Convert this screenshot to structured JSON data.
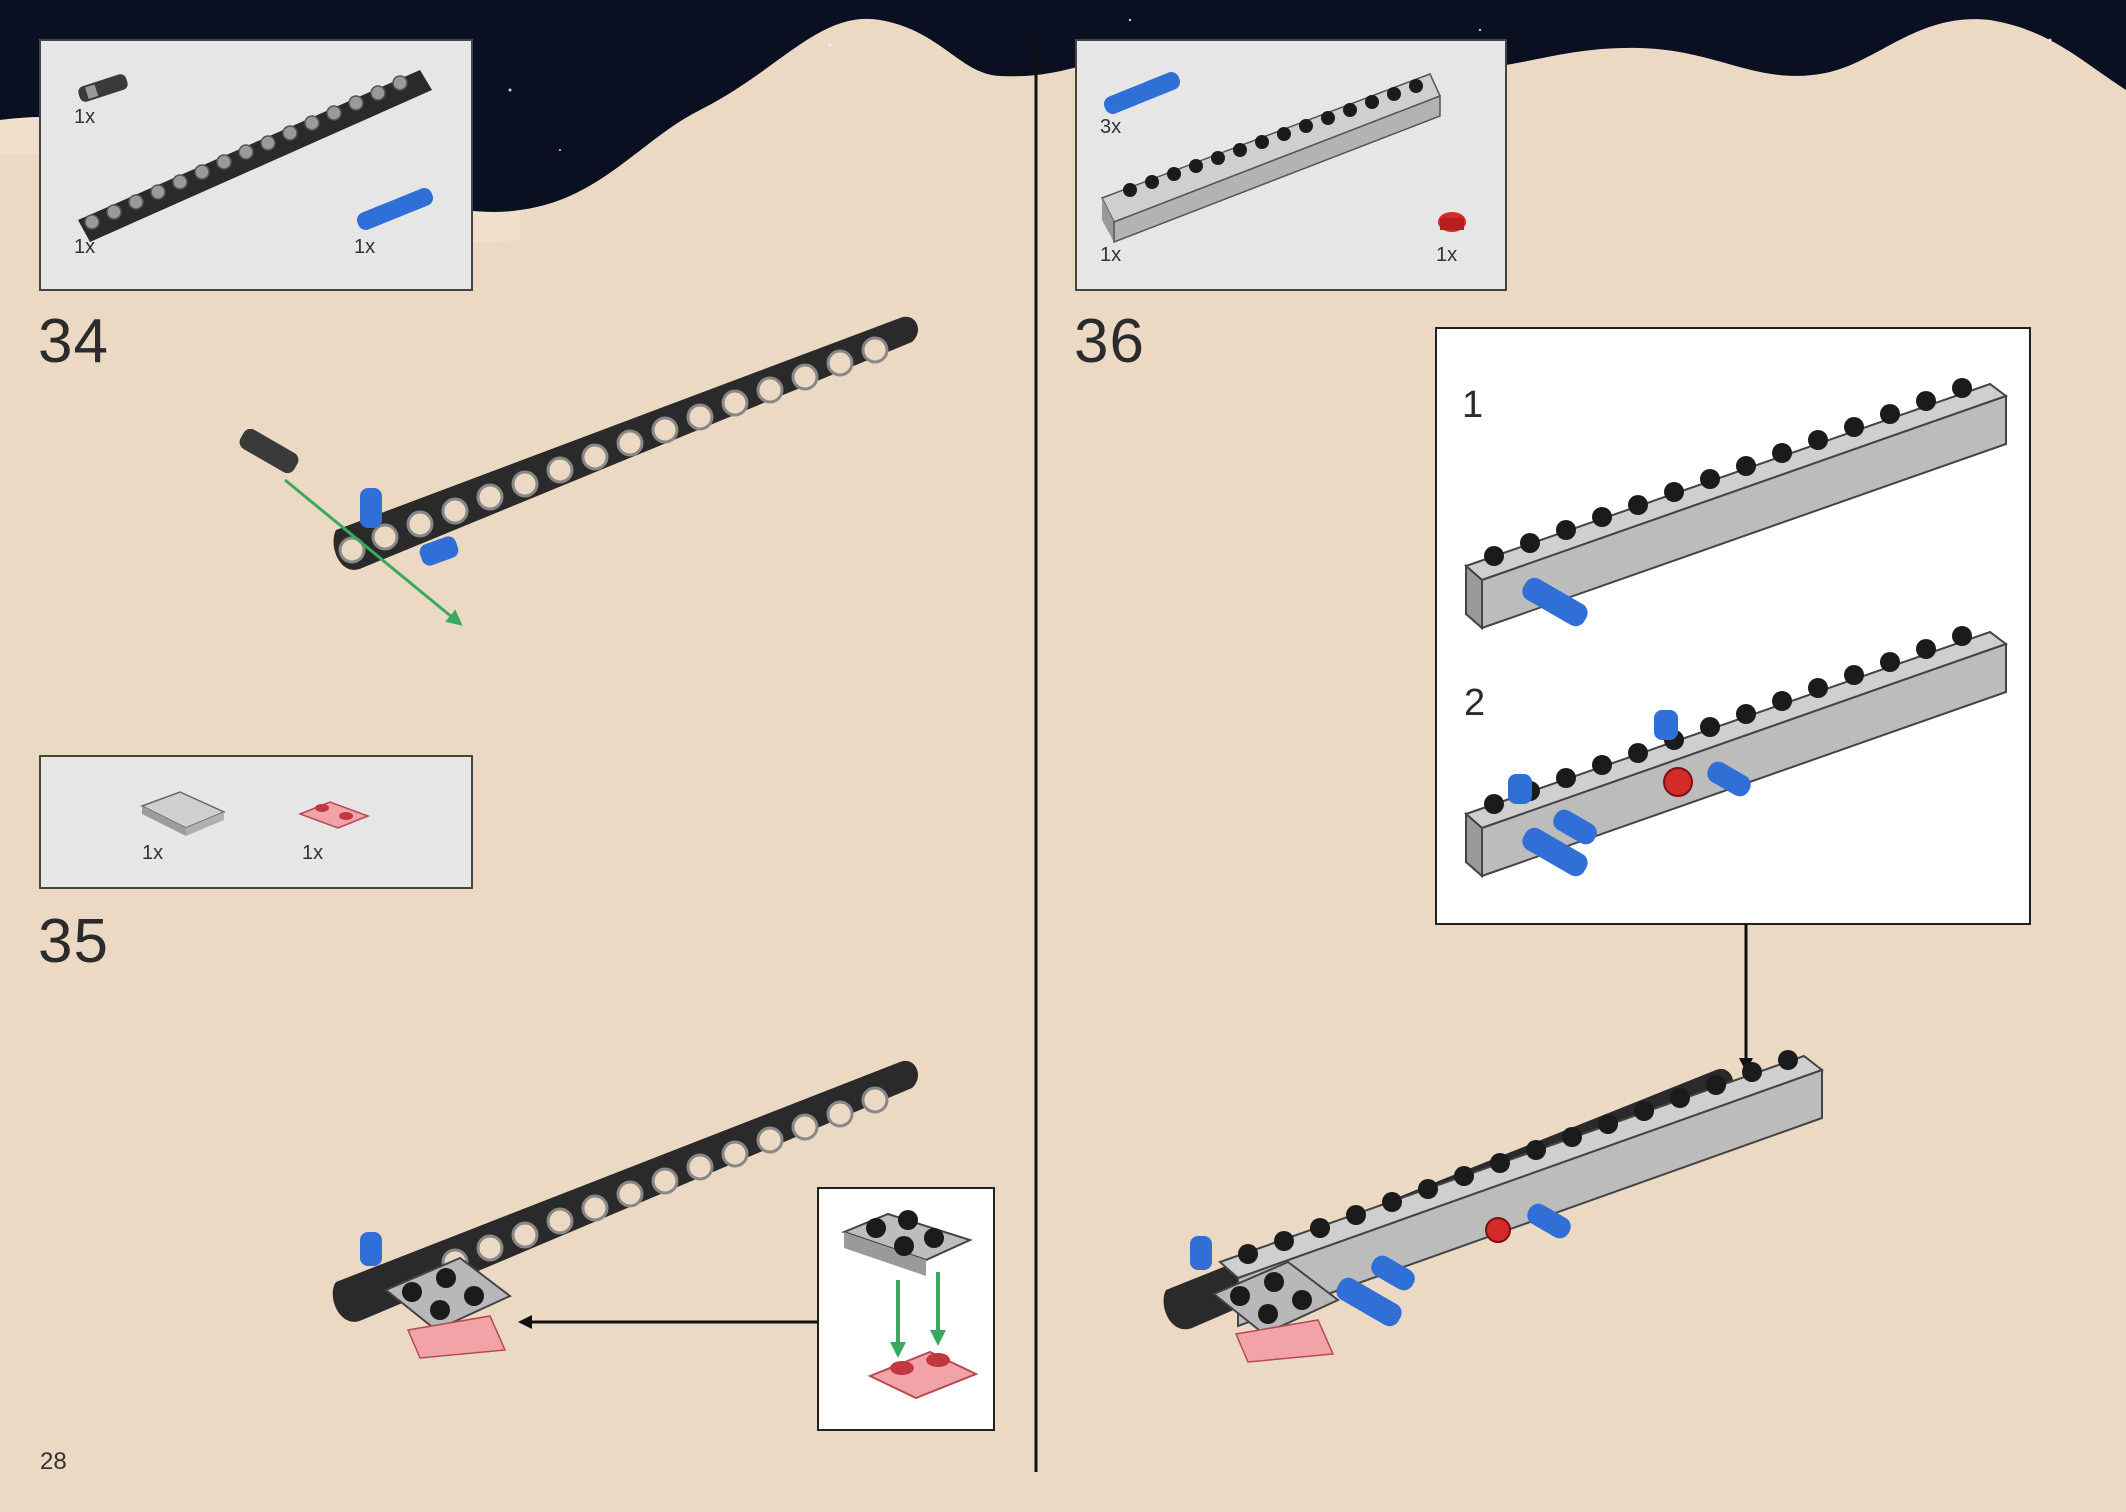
{
  "page": {
    "page_number": "28",
    "colors": {
      "background": "#ecd9c4",
      "sky": "#0a0f22",
      "callout": "#e6e6e6",
      "beam_black": "#2a2a2a",
      "beam_gray": "#b9b9b9",
      "pin_blue": "#2f6fd6",
      "red_plate": "#e87a80",
      "arrow_green": "#3aa860"
    }
  },
  "steps": [
    {
      "number": "34",
      "parts": [
        {
          "icon": "axle-connector-icon",
          "qty": "1x"
        },
        {
          "icon": "black-liftarm-15-icon",
          "qty": "1x"
        },
        {
          "icon": "blue-pin-icon",
          "qty": "1x"
        }
      ]
    },
    {
      "number": "35",
      "parts": [
        {
          "icon": "gray-plate-2x2-icon",
          "qty": "1x"
        },
        {
          "icon": "red-transparent-plate-icon",
          "qty": "1x"
        }
      ]
    },
    {
      "number": "36",
      "parts": [
        {
          "icon": "blue-pin-icon",
          "qty": "3x"
        },
        {
          "icon": "gray-technic-brick-icon",
          "qty": "1x"
        },
        {
          "icon": "red-round-brick-icon",
          "qty": "1x"
        }
      ],
      "substeps": [
        {
          "label": "1"
        },
        {
          "label": "2"
        }
      ]
    }
  ]
}
